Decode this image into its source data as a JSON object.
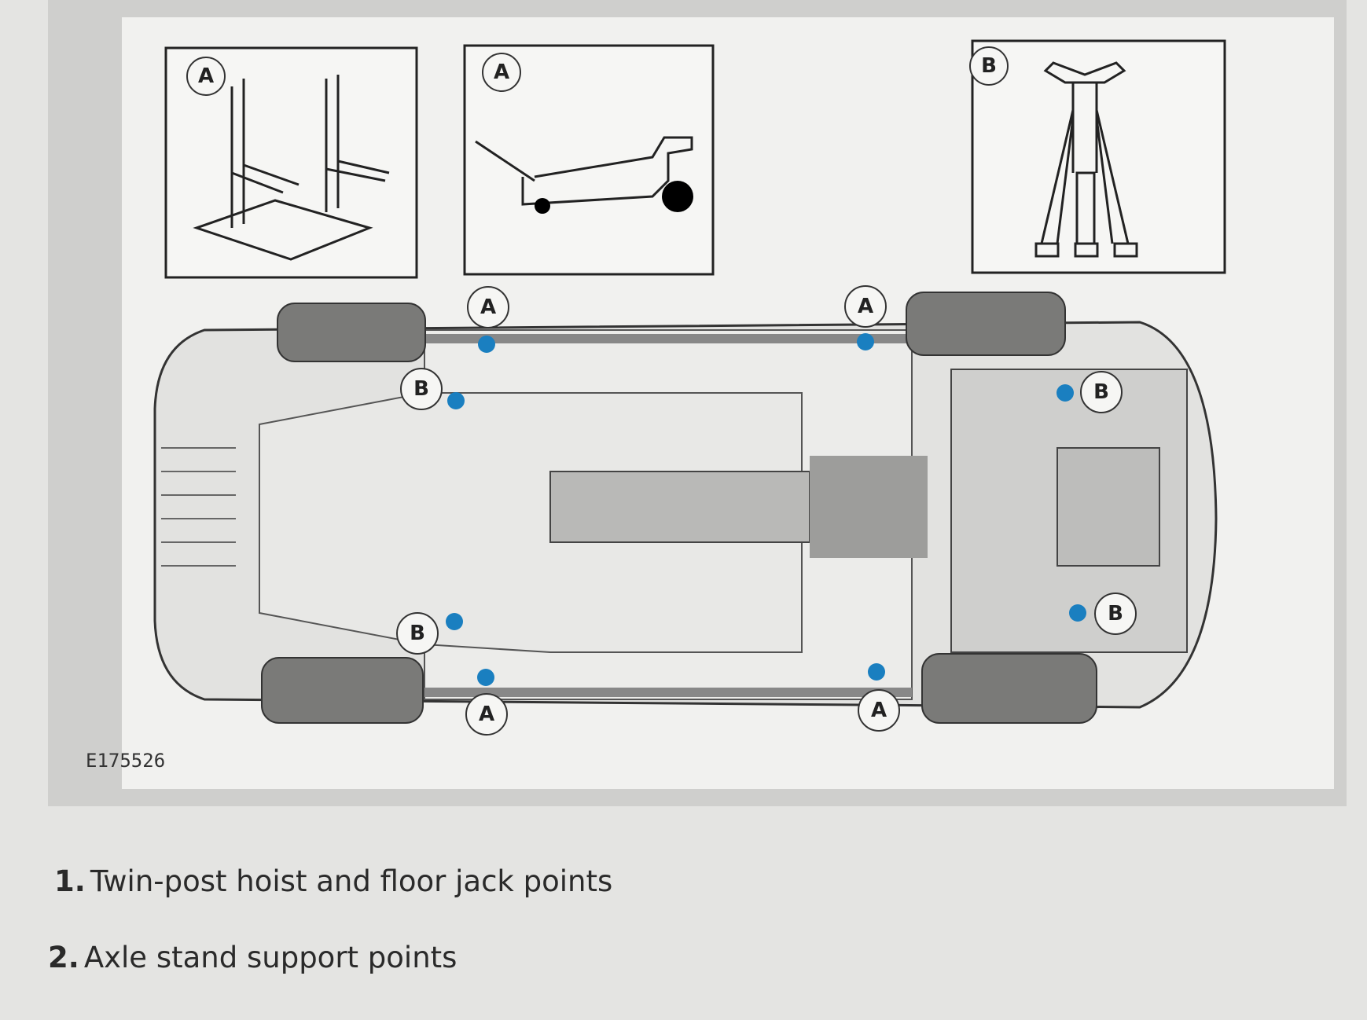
{
  "figure": {
    "id": "E175526",
    "tool_labels": [
      "A",
      "A",
      "B"
    ],
    "callouts": {
      "front_left_A": "A",
      "front_right_A": "A",
      "rear_left_A": "A",
      "rear_right_A": "A",
      "front_left_B": "B",
      "front_right_B": "B",
      "rear_left_B": "B",
      "rear_right_B": "B"
    },
    "point_color": "#1a7fc0"
  },
  "legend": [
    {
      "number": "1.",
      "text": "Twin-post hoist and floor jack points"
    },
    {
      "number": "2.",
      "text": "Axle stand support points"
    }
  ]
}
